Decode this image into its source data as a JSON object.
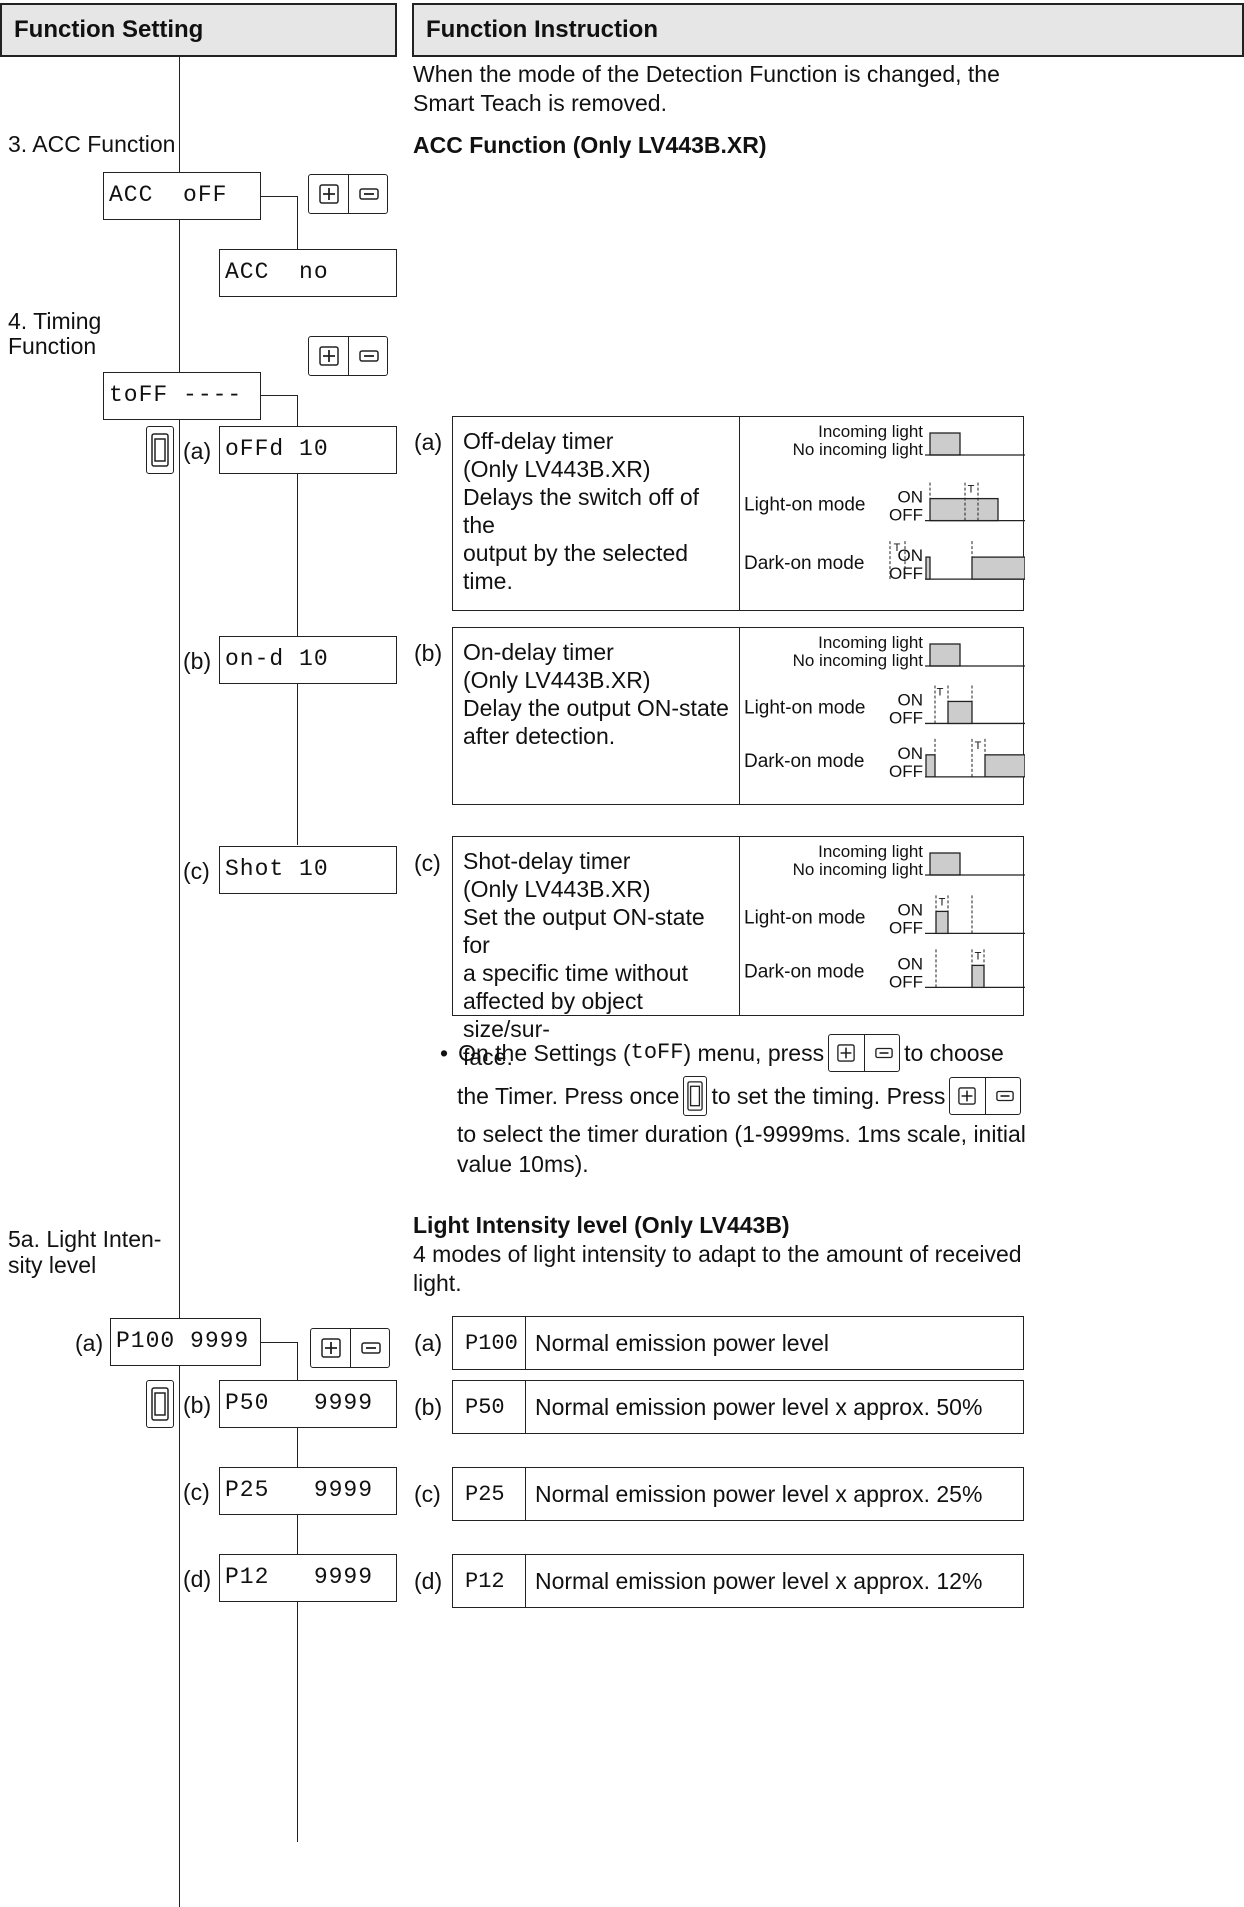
{
  "headers": {
    "left": "Function Setting",
    "right": "Function Instruction"
  },
  "intro_text": "When the mode of the Detection Function is changed, the Smart Teach is removed.",
  "acc": {
    "section_label": "3. ACC Function",
    "title": "ACC Function (Only LV443B.XR)",
    "display_off": "ACC  oFF",
    "display_no": "ACC  no"
  },
  "timing": {
    "section_label_1": "4. Timing",
    "section_label_2": "Function",
    "display_top": "toFF ----",
    "options": [
      {
        "marker": "(a)",
        "display": "oFFd 10"
      },
      {
        "marker": "(b)",
        "display": "on-d 10"
      },
      {
        "marker": "(c)",
        "display": "Shot 10"
      }
    ],
    "panels": [
      {
        "marker": "(a)",
        "lines": [
          "Off-delay timer",
          "(Only LV443B.XR)",
          "Delays the switch off of the",
          "output by the selected time."
        ]
      },
      {
        "marker": "(b)",
        "lines": [
          "On-delay timer",
          "(Only LV443B.XR)",
          "Delay the output ON-state",
          "after detection."
        ]
      },
      {
        "marker": "(c)",
        "lines": [
          "Shot-delay timer",
          "(Only LV443B.XR)",
          "Set the output ON-state for",
          "a specific time without",
          "affected by object size/sur-",
          "face."
        ]
      }
    ],
    "chart_labels": {
      "incoming": "Incoming light",
      "no_incoming": "No incoming light",
      "light_on": "Light-on mode",
      "dark_on": "Dark-on mode",
      "on": "ON",
      "off": "OFF",
      "t": "T"
    },
    "note": {
      "bullet": "•",
      "p1": "On the Settings (",
      "code": "toFF",
      "p2": ") menu, press",
      "p3": "to choose",
      "p4": "the Timer. Press once",
      "p5": "to set the timing. Press",
      "p6": "to select the timer duration (1-9999ms. 1ms scale, initial",
      "p7": "value 10ms)."
    }
  },
  "light": {
    "section_label_1": "5a. Light Inten-",
    "section_label_2": "sity level",
    "title": "Light Intensity level (Only LV443B)",
    "desc_1": "4 modes of light intensity to adapt to the amount of received",
    "desc_2": "light.",
    "options": [
      {
        "marker": "(a)",
        "display": "P100 9999",
        "code": "P100",
        "desc": "Normal emission power level"
      },
      {
        "marker": "(b)",
        "display": "P50   9999",
        "code": "P50",
        "desc": "Normal emission power level x approx. 50%"
      },
      {
        "marker": "(c)",
        "display": "P25   9999",
        "code": "P25",
        "desc": "Normal emission power level x approx. 25%"
      },
      {
        "marker": "(d)",
        "display": "P12   9999",
        "code": "P12",
        "desc": "Normal emission power level x approx. 12%"
      }
    ]
  },
  "icons": {
    "plus_minus": "plus-minus-button-icon",
    "set": "set-button-icon"
  }
}
